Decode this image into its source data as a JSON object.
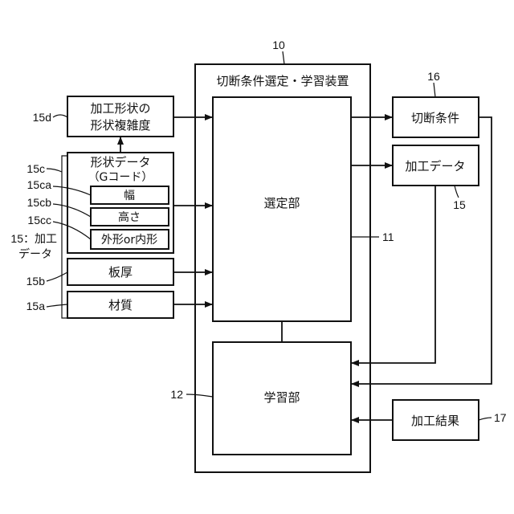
{
  "device": {
    "ref": "10",
    "title": "切断条件選定・学習装置"
  },
  "selection_unit": {
    "ref": "11",
    "label": "選定部"
  },
  "learning_unit": {
    "ref": "12",
    "label": "学習部"
  },
  "cutting_conditions": {
    "ref": "16",
    "label": "切断条件"
  },
  "processing_data_out": {
    "ref": "15",
    "label": "加工データ"
  },
  "processing_result": {
    "ref": "17",
    "label": "加工結果"
  },
  "shape_complexity": {
    "ref": "15d",
    "line1": "加工形状の",
    "line2": "形状複雑度"
  },
  "shape_data": {
    "ref": "15c",
    "line1": "形状データ",
    "line2": "（Gコード）",
    "width": {
      "ref": "15ca",
      "label": "幅"
    },
    "height": {
      "ref": "15cb",
      "label": "高さ"
    },
    "outer_inner": {
      "ref": "15cc",
      "label": "外形or内形"
    }
  },
  "plate_thickness": {
    "ref": "15b",
    "label": "板厚"
  },
  "material": {
    "ref": "15a",
    "label": "材質"
  },
  "processing_data_group": {
    "ref_line1": "15：加工",
    "ref_line2": "データ"
  }
}
